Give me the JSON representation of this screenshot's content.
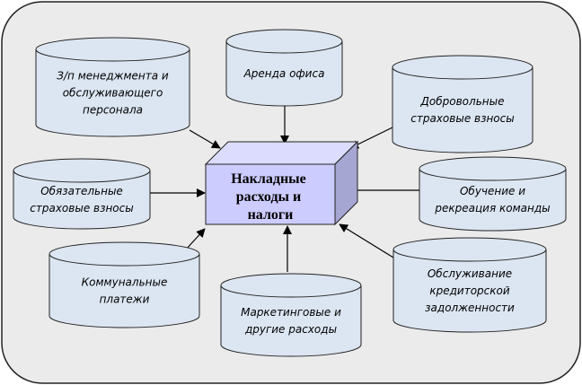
{
  "center": {
    "lines": [
      "Накладные",
      "расходы и",
      "налоги"
    ]
  },
  "items": [
    {
      "lines": [
        "З/п менеджмента и",
        "обслуживающего",
        "персонала"
      ]
    },
    {
      "lines": [
        "Аренда офиса"
      ]
    },
    {
      "lines": [
        "Добровольные",
        "страховые взносы"
      ]
    },
    {
      "lines": [
        "Обязательные",
        "страховые взносы"
      ]
    },
    {
      "lines": [
        "Обучение и",
        "рекреация команды"
      ]
    },
    {
      "lines": [
        "Коммунальные",
        "платежи"
      ]
    },
    {
      "lines": [
        "Маркетинговые и",
        "другие расходы"
      ]
    },
    {
      "lines": [
        "Обслуживание",
        "кредиторской",
        "задолженности"
      ]
    }
  ],
  "colors": {
    "background": "#ebebeb",
    "cylinder": "#dce6f2",
    "box_front": "#ccccff",
    "box_top": "#dcdcff",
    "box_side": "#a6a6d2"
  }
}
